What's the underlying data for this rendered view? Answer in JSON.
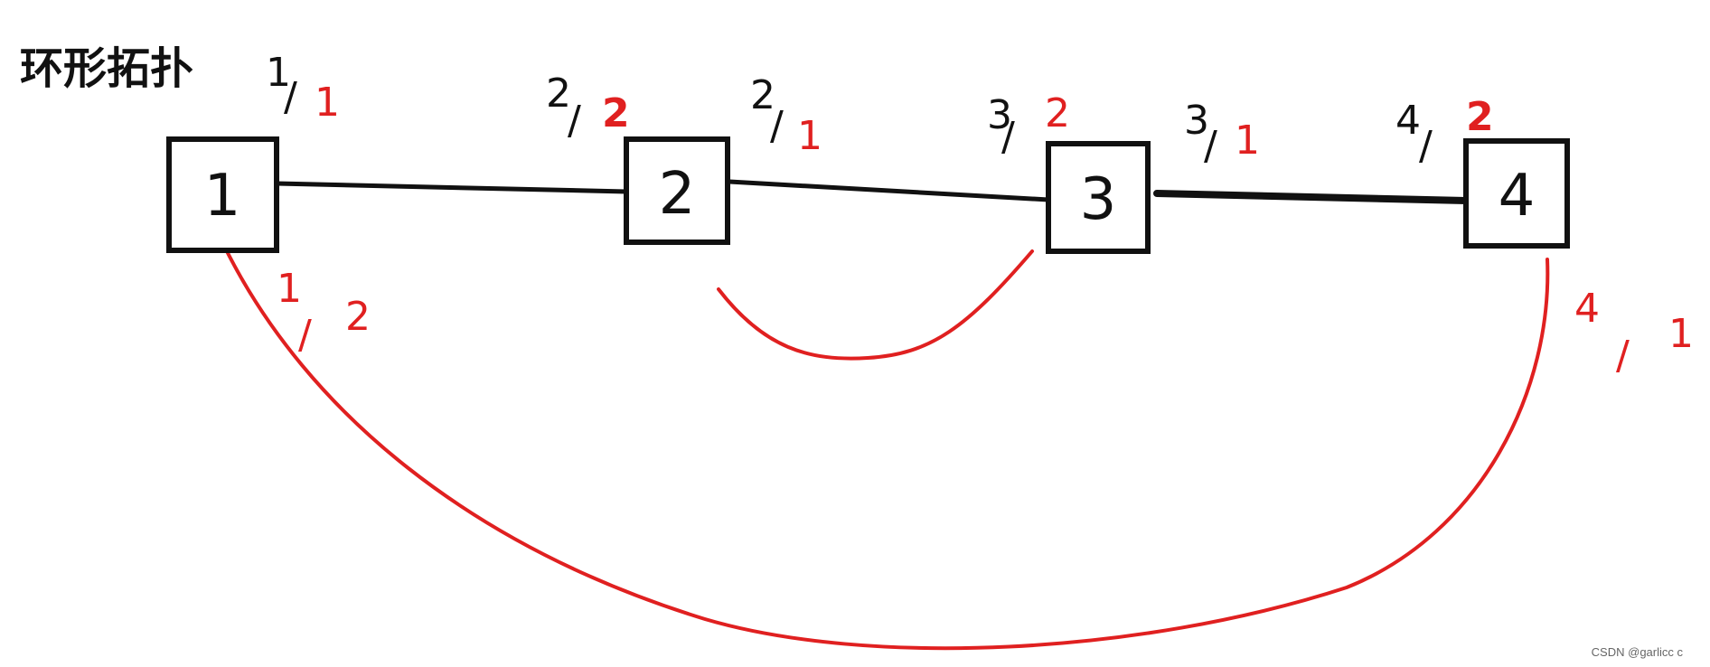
{
  "title": "环形拓扑",
  "colors": {
    "ink": "#111111",
    "red": "#e02020",
    "background": "#ffffff",
    "watermark": "#666666"
  },
  "nodes": [
    {
      "id": "node-1",
      "label": "1"
    },
    {
      "id": "node-2",
      "label": "2"
    },
    {
      "id": "node-3",
      "label": "3"
    },
    {
      "id": "node-4",
      "label": "4"
    }
  ],
  "port_labels": [
    {
      "id": "port-1-1",
      "num": "1",
      "slash": "/",
      "port": "1"
    },
    {
      "id": "port-1-2",
      "num": "1",
      "slash": "/",
      "port": "2"
    },
    {
      "id": "port-2-2",
      "num": "2",
      "slash": "/",
      "port": "2"
    },
    {
      "id": "port-2-1",
      "num": "2",
      "slash": "/",
      "port": "1"
    },
    {
      "id": "port-3-2",
      "num": "3",
      "slash": "/",
      "port": "2"
    },
    {
      "id": "port-3-1",
      "num": "3",
      "slash": "/",
      "port": "1"
    },
    {
      "id": "port-4-2",
      "num": "4",
      "slash": "/",
      "port": "2"
    },
    {
      "id": "port-4-1",
      "num": "4",
      "slash": "/",
      "port": "1"
    }
  ],
  "watermark": "CSDN @garlicc c"
}
